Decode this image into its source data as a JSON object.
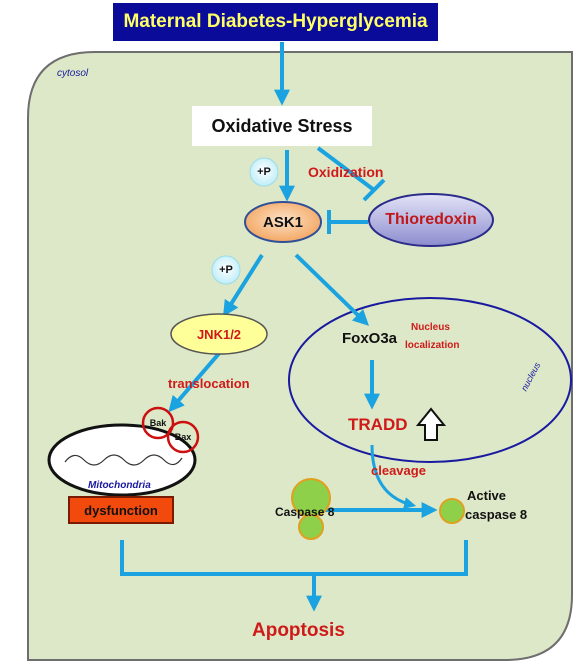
{
  "header": {
    "title": "Maternal Diabetes-Hyperglycemia"
  },
  "regions": {
    "cytosol": "cytosol",
    "nucleus": "nucleus"
  },
  "nodes": {
    "oxidative_stress": "Oxidative Stress",
    "ask1": "ASK1",
    "thioredoxin": "Thioredoxin",
    "jnk": "JNK1/2",
    "foxo3a": "FoxO3a",
    "nucleus_localization_1": "Nucleus",
    "nucleus_localization_2": "localization",
    "tradd": "TRADD",
    "bak": "Bak",
    "bax": "Bax",
    "mitochondria": "Mitochondria",
    "dysfunction": "dysfunction",
    "caspase8": "Caspase 8",
    "active_caspase8_1": "Active",
    "active_caspase8_2": "caspase 8",
    "apoptosis": "Apoptosis"
  },
  "edge_labels": {
    "plus_p_1": "+P",
    "plus_p_2": "+P",
    "oxidization": "Oxidization",
    "translocation": "translocation",
    "cleavage": "cleavage"
  },
  "colors": {
    "arrow": "#1aa3e0",
    "cell_fill": "#dce8c7",
    "title_bg": "#0b0b9a",
    "title_text": "#ffff66",
    "label_red": "#d01a1a",
    "nucleus_border": "#1a1aa0"
  }
}
